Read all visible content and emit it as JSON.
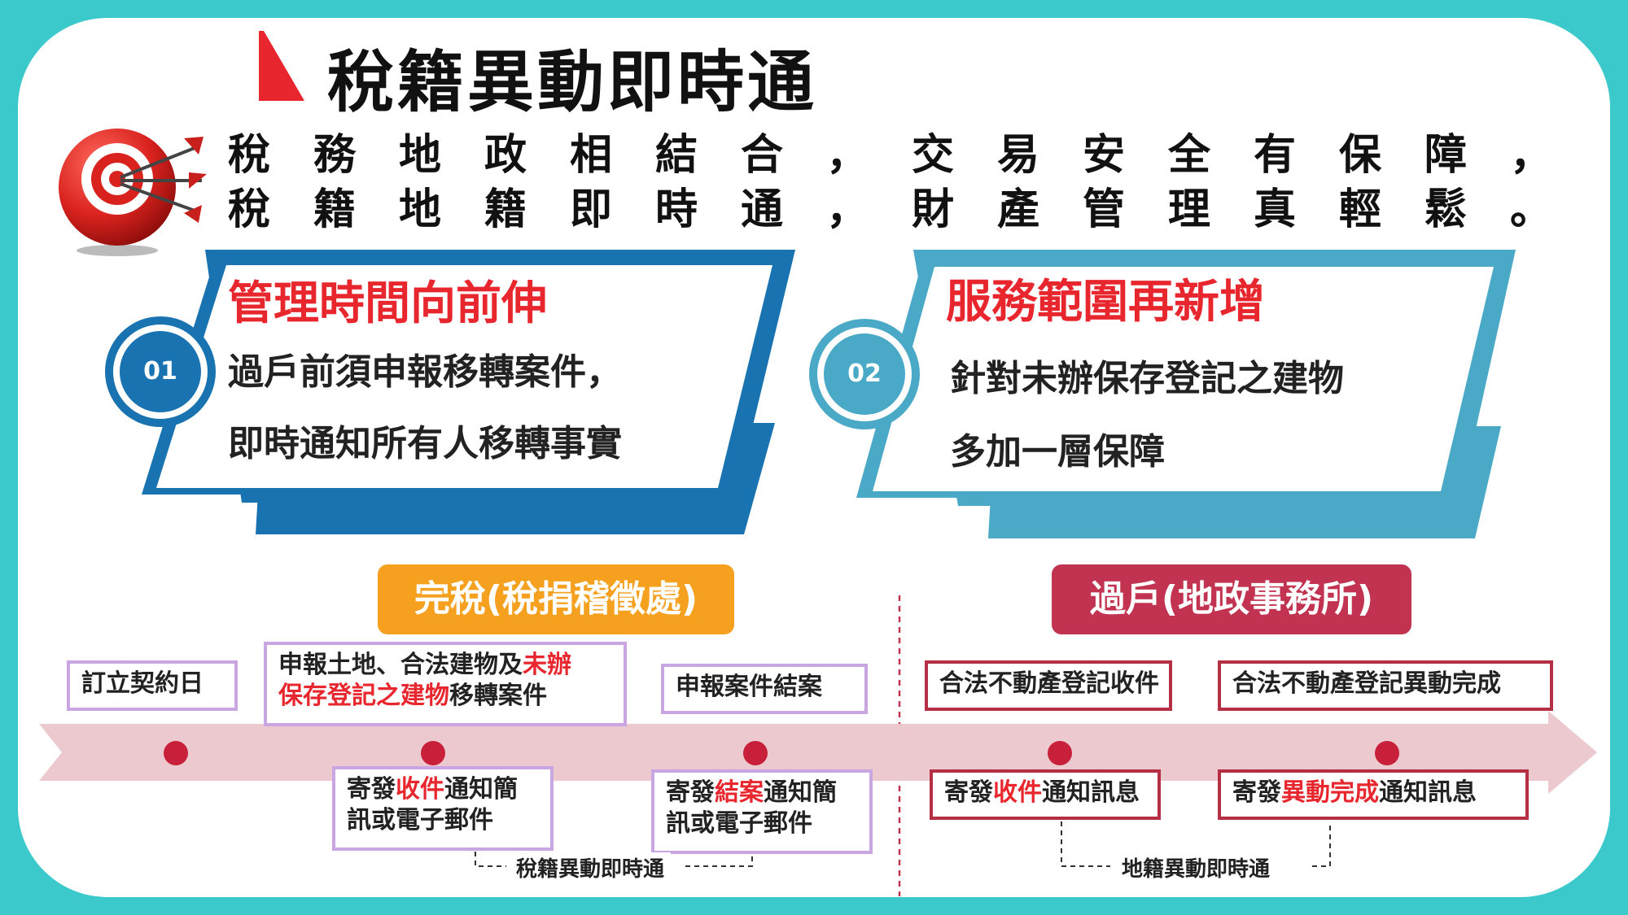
{
  "title": "稅籍異動即時通",
  "tagline": {
    "line1": [
      "稅",
      "務",
      "地",
      "政",
      "相",
      "結",
      "合",
      "，",
      "交",
      "易",
      "安",
      "全",
      "有",
      "保",
      "障",
      "，"
    ],
    "line2": [
      "稅",
      "籍",
      "地",
      "籍",
      "即",
      "時",
      "通",
      "，",
      "財",
      "產",
      "管",
      "理",
      "真",
      "輕",
      "鬆",
      "。"
    ]
  },
  "panel1": {
    "number": "01",
    "title": "管理時間向前伸",
    "line1": "過戶前須申報移轉案件，",
    "line2": "即時通知所有人移轉事實"
  },
  "panel2": {
    "number": "02",
    "title": "服務範圍再新增",
    "line1": "針對未辦保存登記之建物",
    "line2": "多加一層保障"
  },
  "phases": {
    "left": "完稅(稅捐稽徵處)",
    "right": "過戶(地政事務所)"
  },
  "top_boxes": {
    "contract": "訂立契約日",
    "declare_a": "申報土地、合法建物及",
    "declare_b": "未辦",
    "declare_c": "保存登記之建物",
    "declare_d": "移轉案件",
    "close": "申報案件結案",
    "receive_land": "合法不動產登記收件",
    "complete_land": "合法不動產登記異動完成"
  },
  "bottom_boxes": {
    "tax_receive_a": "寄發",
    "tax_receive_b": "收件",
    "tax_receive_c": "通知簡",
    "tax_receive_d": "訊或電子郵件",
    "tax_close_a": "寄發",
    "tax_close_b": "結案",
    "tax_close_c": "通知簡",
    "tax_close_d": "訊或電子郵件",
    "land_receive_a": "寄發",
    "land_receive_b": "收件",
    "land_receive_c": "通知訊息",
    "land_complete_a": "寄發",
    "land_complete_b": "異動完成",
    "land_complete_c": "通知訊息"
  },
  "notes": {
    "tax": "稅籍異動即時通",
    "land": "地籍異動即時通"
  },
  "colors": {
    "teal_bg": "#3cc9cc",
    "blue_dark": "#1a73b1",
    "blue_light": "#4aa9c6",
    "red": "#e8262e",
    "orange": "#f5a11f",
    "crimson": "#c13350",
    "lavender": "#c9a6e2",
    "arrow": "#ecc8cf"
  },
  "icons": [
    "title-red-flag-icon",
    "target-dart-icon",
    "timeline-dot-icon"
  ]
}
